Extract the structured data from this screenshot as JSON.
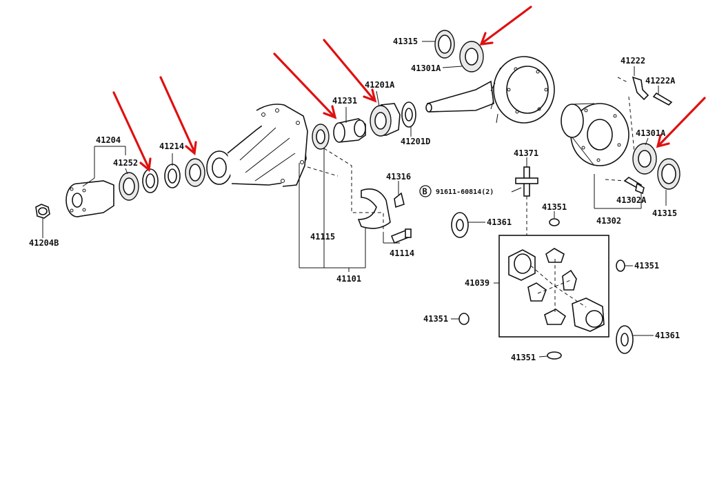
{
  "labels": {
    "l41204": "41204",
    "l41252": "41252",
    "l41214": "41214",
    "l41231": "41231",
    "l41201a": "41201A",
    "l41201d": "41201D",
    "l41315_top": "41315",
    "l41301a_top": "41301A",
    "l41222": "41222",
    "l41222a": "41222A",
    "l41301a_right": "41301A",
    "l41315_right": "41315",
    "l41302a": "41302A",
    "l41302": "41302",
    "l41371": "41371",
    "l41316": "41316",
    "l91611": "91611-60814(2)",
    "circle_b": "B",
    "l41351_a": "41351",
    "l41361_a": "41361",
    "l41115": "41115",
    "l41114": "41114",
    "l41101": "41101",
    "l41204b": "41204B",
    "l41039": "41039",
    "l41351_b": "41351",
    "l41351_c": "41351",
    "l41361_b": "41361",
    "l41351_d": "41351"
  },
  "colors": {
    "arrow": "#e01010",
    "line": "#111111",
    "background": "#ffffff"
  }
}
